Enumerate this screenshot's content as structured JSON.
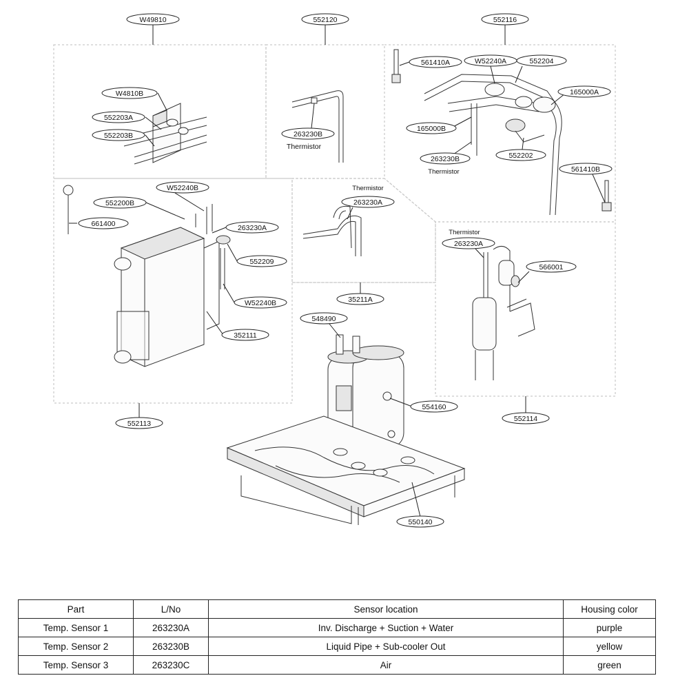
{
  "diagram": {
    "groups": [
      {
        "code": "W49810"
      },
      {
        "code": "552120"
      },
      {
        "code": "552116"
      },
      {
        "code": "552113"
      },
      {
        "code": "35211A"
      },
      {
        "code": "552114"
      }
    ],
    "labels": {
      "w4810b": "W4810B",
      "p552203a": "552203A",
      "p552203b": "552203B",
      "p263230b_1": "263230B",
      "thermistor_1": "Thermistor",
      "p561410a": "561410A",
      "w52240a": "W52240A",
      "p552204": "552204",
      "p165000a": "165000A",
      "p165000b": "165000B",
      "p263230b_2": "263230B",
      "thermistor_2": "Thermistor",
      "p552202": "552202",
      "p561410b": "561410B",
      "w52240b_1": "W52240B",
      "p552200b": "552200B",
      "p661400": "661400",
      "p263230a_1": "263230A",
      "p552209": "552209",
      "w52240b_2": "W52240B",
      "p352111": "352111",
      "thermistor_3": "Thermistor",
      "p263230a_2": "263230A",
      "thermistor_4": "Thermistor",
      "p263230a_3": "263230A",
      "p566001": "566001",
      "p548490": "548490",
      "p554160": "554160",
      "p550140": "550140"
    }
  },
  "table": {
    "headers": [
      "Part",
      "L/No",
      "Sensor location",
      "Housing color"
    ],
    "rows": [
      [
        "Temp. Sensor 1",
        "263230A",
        "Inv. Discharge + Suction + Water",
        "purple"
      ],
      [
        "Temp. Sensor 2",
        "263230B",
        "Liquid Pipe + Sub-cooler Out",
        "yellow"
      ],
      [
        "Temp. Sensor 3",
        "263230C",
        "Air",
        "green"
      ]
    ]
  }
}
